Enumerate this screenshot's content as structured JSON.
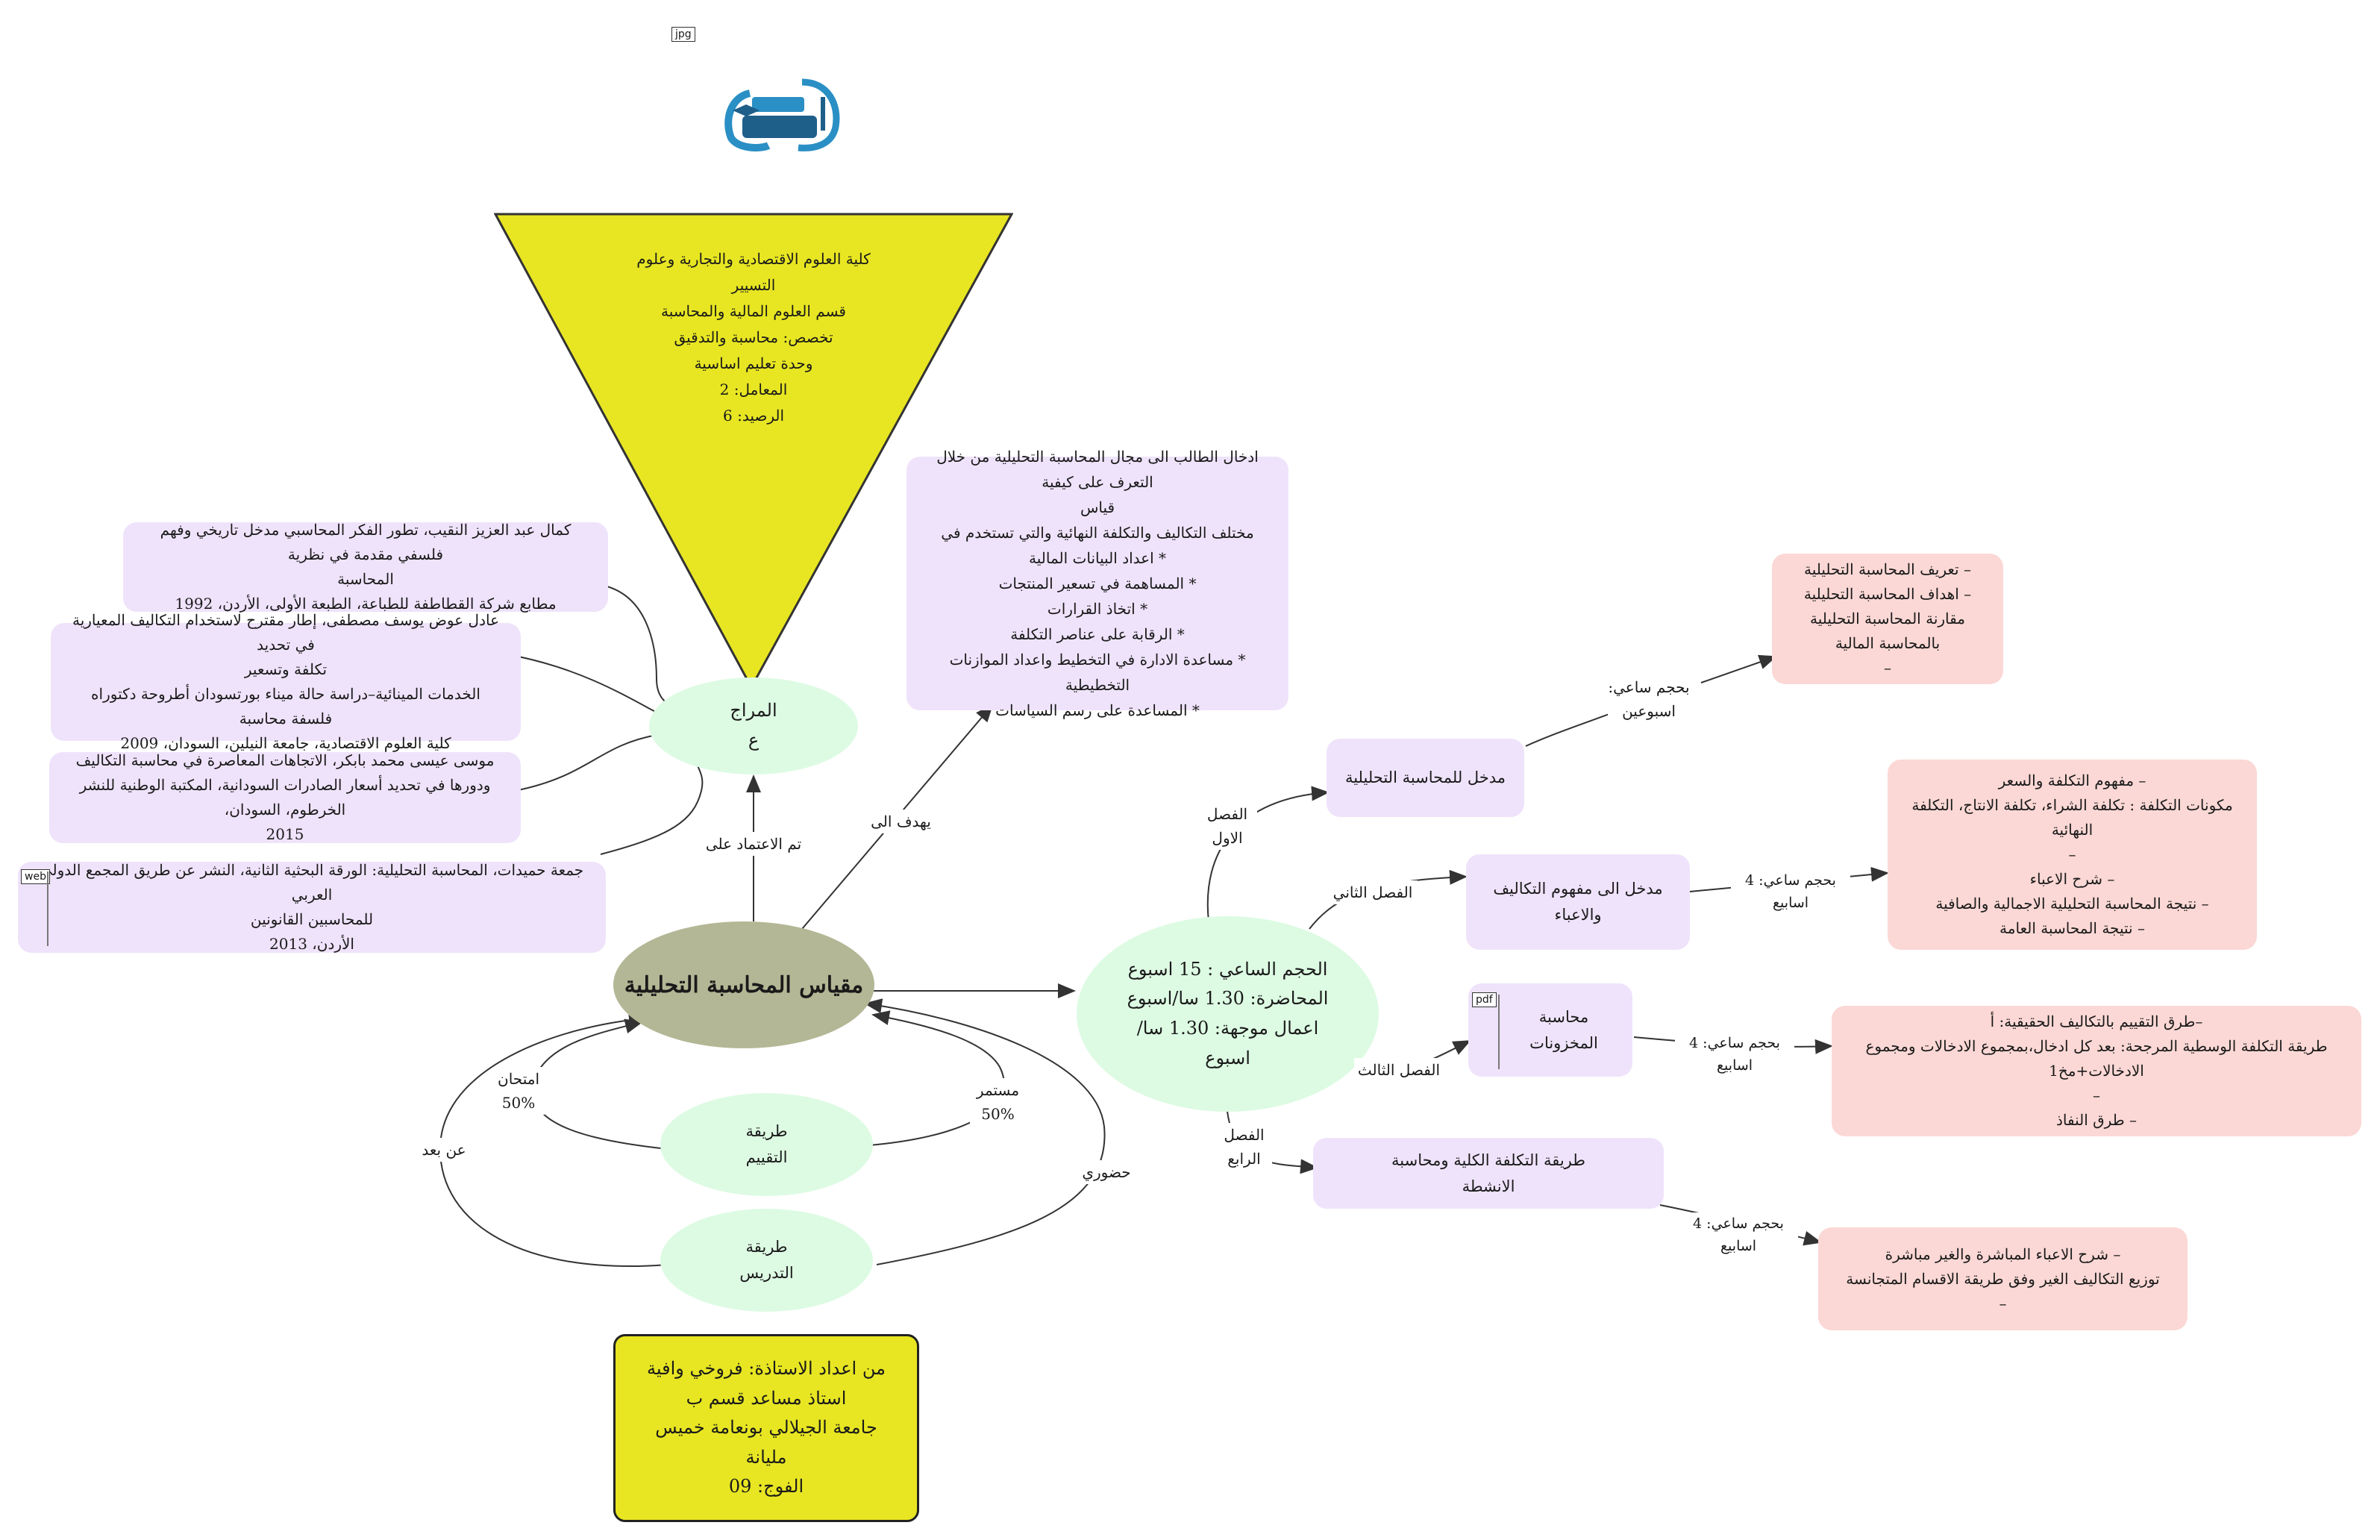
{
  "tags": {
    "jpg": "jpg",
    "web": "web",
    "pdf": "pdf"
  },
  "triangle": {
    "lines": [
      "كلية العلوم الاقتصادية والتجارية وعلوم",
      "التسيير",
      "قسم العلوم المالية والمحاسبة",
      "تخصص: محاسبة والتدقيق",
      "وحدة تعليم اساسية",
      "المعامل: 2",
      "الرصيد: 6"
    ]
  },
  "references": {
    "hub_lines": [
      "المراج",
      "ع"
    ],
    "items": [
      [
        "كمال عبد العزيز النقيب، تطور الفكر المحاسبي مدخل تاريخي وفهم فلسفي مقدمة في نظرية",
        "المحاسبة",
        "مطابع شركة القطاطفة للطباعة، الطبعة الأولى، الأردن، 1992"
      ],
      [
        "عادل عوض يوسف مصطفى، إطار مقترح لاستخدام التكاليف المعيارية في تحديد",
        "تكلفة وتسعير",
        "الخدمات المينائية–دراسة حالة ميناء بورتسودان أطروحة دكتوراه فلسفة محاسبة",
        "كلية العلوم الاقتصادية، جامعة النيلين، السودان، 2009"
      ],
      [
        "موسى عيسى محمد بابكر، الاتجاهات المعاصرة في محاسبة التكاليف",
        "ودورها في تحديد أسعار الصادرات السودانية، المكتبة الوطنية للنشر الخرطوم، السودان،",
        "2015"
      ],
      [
        "جمعة حميدات، المحاسبة التحليلية: الورقة البحثية الثانية، النشر عن طريق المجمع الدولي العربي",
        "للمحاسبين القانونين",
        "الأردن، 2013"
      ]
    ]
  },
  "objectives": {
    "lines": [
      "ادخال الطالب الى مجال المحاسبة التحليلية من خلال التعرف على كيفية",
      "قياس",
      "مختلف التكاليف والتكلفة النهائية والتي تستخدم في",
      "* اعداد البيانات المالية",
      "* المساهمة في تسعير المنتجات",
      "* اتخاذ القرارات",
      "* الرقابة على عناصر التكلفة",
      "* مساعدة الادارة في التخطيط واعداد الموازنات التخطيطية",
      "* المساعدة على رسم السياسات"
    ]
  },
  "center": {
    "title": "مقياس المحاسبة التحليلية"
  },
  "edge_labels": {
    "based_on": "تم الاعتماد على",
    "aims": "يهدف الى",
    "exam": [
      "امتحان",
      "50%"
    ],
    "continuous": [
      "مستمر",
      "50%"
    ],
    "distance": "عن بعد",
    "presence": "حضوري"
  },
  "evaluation": {
    "lines": [
      "طريقة",
      "التقييم"
    ]
  },
  "teaching": {
    "lines": [
      "طريقة",
      "التدريس"
    ]
  },
  "author": {
    "lines": [
      "من اعداد الاستاذة: فروخي وافية",
      "استاذ مساعد قسم ب",
      "جامعة الجيلالي بونعامة خميس",
      "مليانة",
      "الفوج: 09"
    ]
  },
  "volume": {
    "lines": [
      "الحجم الساعي : 15 اسبوع",
      "المحاضرة: 1.30 سا/اسبوع",
      "اعمال موجهة: 1.30 سا/",
      "اسبوع"
    ]
  },
  "chapters": [
    {
      "label": [
        "الفصل",
        "الاول"
      ],
      "title": [
        "مدخل للمحاسبة التحليلية"
      ],
      "duration": [
        "بحجم ساعي:",
        "اسبوعين"
      ],
      "contents": [
        "– تعريف المحاسبة التحليلية",
        "– اهداف المحاسبة التحليلية",
        "مقارنة المحاسبة التحليلية بالمحاسبة المالية",
        "–"
      ]
    },
    {
      "label": [
        "الفصل  الثاني"
      ],
      "title": [
        "مدخل الى مفهوم التكاليف",
        "والاعباء"
      ],
      "duration": [
        "بحجم ساعي: 4 اسابيع"
      ],
      "contents": [
        "– مفهوم التكلفة والسعر",
        "مكونات التكلفة : تكلفة الشراء، تكلفة الانتاج، التكلفة النهائية",
        "–",
        "– شرح الاعباء",
        "– نتيجة المحاسبة التحليلية الاجمالية والصافية",
        "– نتيجة المحاسبة العامة"
      ]
    },
    {
      "label": [
        "الفصل  الثالث"
      ],
      "title": [
        "محاسبة",
        "المخزونات"
      ],
      "duration": [
        "بحجم ساعي: 4 اسابيع"
      ],
      "contents": [
        "–طرق التقييم بالتكاليف الحقيقية:  أ",
        "طريقة التكلفة الوسطية المرجحة: بعد كل ادخال،بمجموع الادخالات ومجموع الادخالات+مخ1",
        "–",
        "– طرق النفاذ"
      ]
    },
    {
      "label": [
        "الفصل",
        "الرابع"
      ],
      "title": [
        "طريقة التكلفة الكلية ومحاسبة",
        "الانشطة"
      ],
      "duration": [
        "بحجم ساعي: 4 اسابيع"
      ],
      "contents": [
        "– شرح الاعباء المباشرة والغير مباشرة",
        "توزيع التكاليف الغير وفق طريقة الاقسام المتجانسة",
        "–"
      ]
    }
  ],
  "colors": {
    "yellow": "#e8e622",
    "olive": "#b4b795",
    "green": "#ddfbe3",
    "purple": "#efe3fb",
    "pink": "#fbd8d5",
    "logo_blue": "#2a8fc4"
  }
}
